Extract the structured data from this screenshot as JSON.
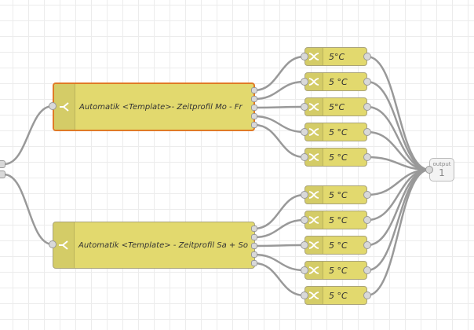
{
  "colors": {
    "function_node": "#e2d96e",
    "selected_border": "#e07a26",
    "wire": "#999999",
    "output_node": "#f3f3f3"
  },
  "icons": {
    "subflow_node": "split-icon",
    "switch_node": "shuffle-icon"
  },
  "subflows": [
    {
      "label": "Automatik <Template>- Zeitprofil Mo - Fr",
      "selected": true
    },
    {
      "label": "Automatik <Template> - Zeitprofil Sa + So",
      "selected": false
    }
  ],
  "switch_nodes": [
    {
      "label": "5°C"
    },
    {
      "label": "5 °C"
    },
    {
      "label": "5°C"
    },
    {
      "label": "5 °C"
    },
    {
      "label": "5 °C"
    },
    {
      "label": "5 °C"
    },
    {
      "label": "5 °C"
    },
    {
      "label": "5 °C"
    },
    {
      "label": "5 °C"
    },
    {
      "label": "5 °C"
    }
  ],
  "output_node": {
    "label": "output",
    "number": "1"
  }
}
